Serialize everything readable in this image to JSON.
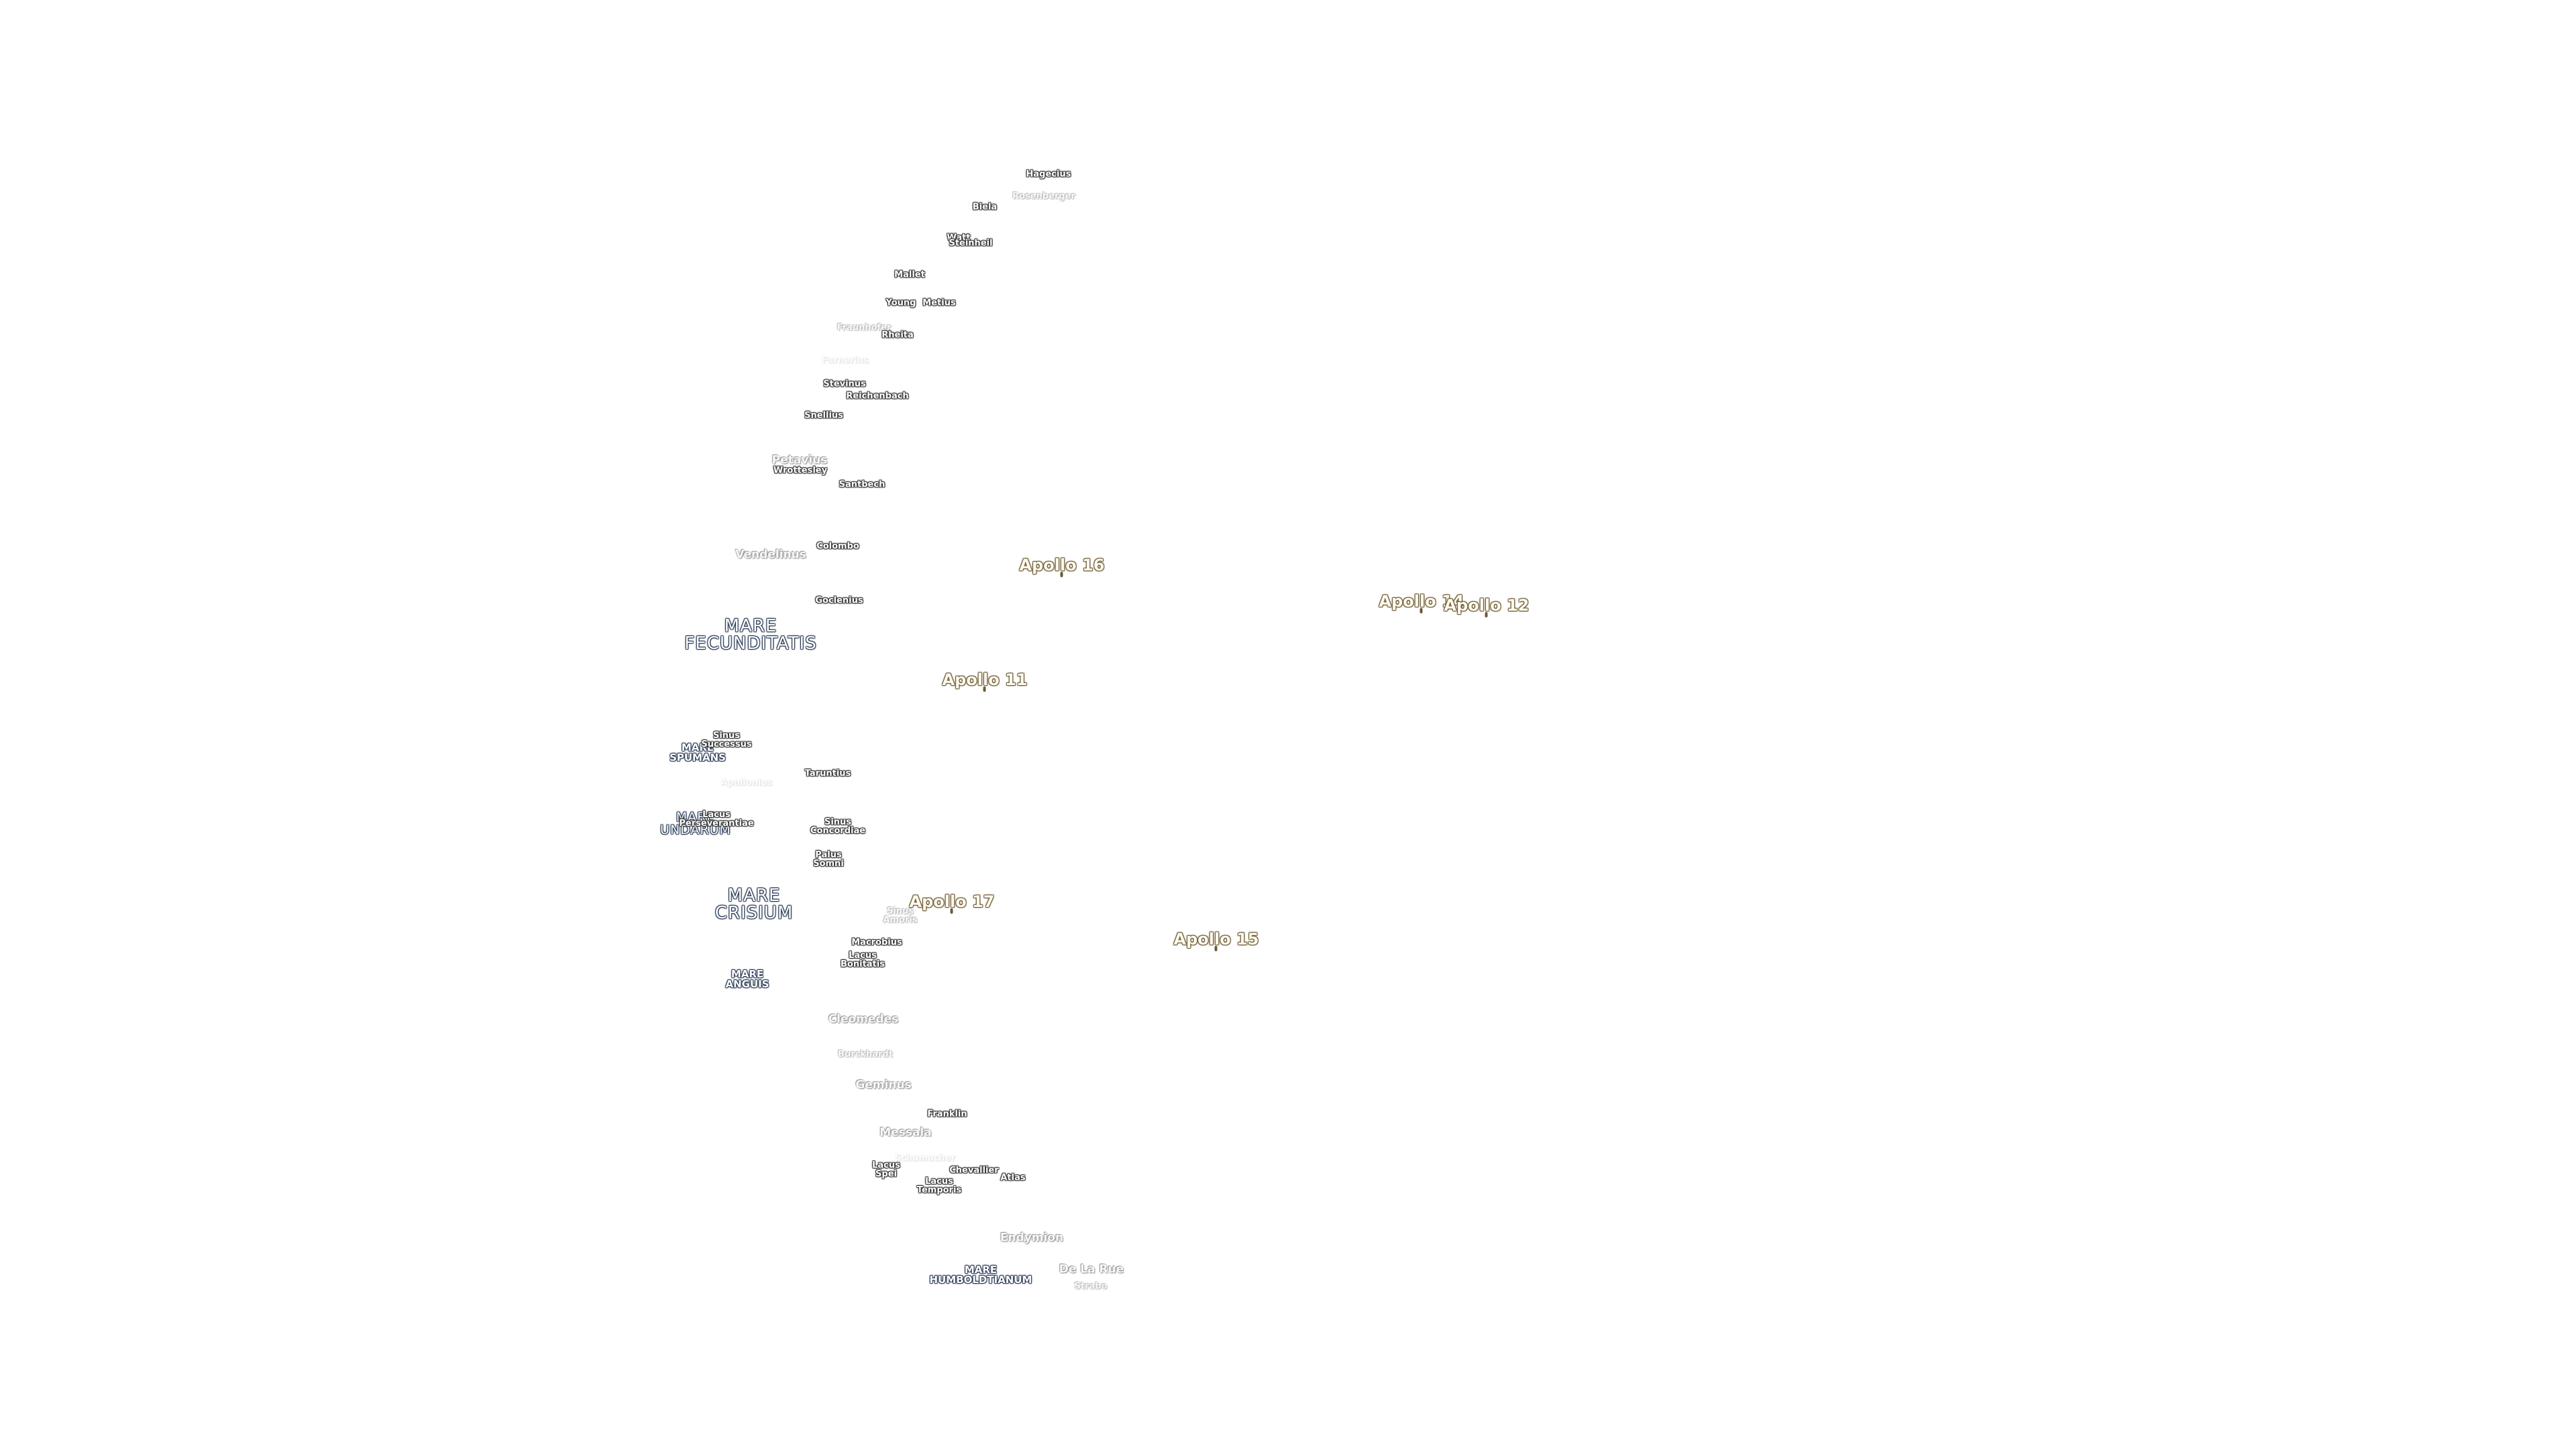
{
  "colors": {
    "background": "#ffffff",
    "crater_outline": "#333333",
    "sea_outline": "#2a3b57",
    "apollo_outline": "#6b5a33"
  },
  "apollo_sites": {
    "apollo_16": "Apollo 16",
    "apollo_14": "Apollo 14",
    "apollo_12": "Apollo 12",
    "apollo_11": "Apollo 11",
    "apollo_17": "Apollo 17",
    "apollo_15": "Apollo 15"
  },
  "maria": {
    "fecunditatis": "MARE\nFECUNDITATIS",
    "spumans": "MARE\nSPUMANS",
    "undarum": "MARE\nUNDARUM",
    "crisium": "MARE\nCRISIUM",
    "anguis": "MARE\nANGUIS",
    "humboldtianum": "MARE\nHUMBOLDTIANUM"
  },
  "features": {
    "sinus_successus": "Sinus\nSuccessus",
    "sinus_concordiae": "Sinus\nConcordiae",
    "palus_somni": "Palus\nSomni",
    "sinus_amoris": "Sinus\nAmoris",
    "lacus_bonitatis": "Lacus\nBonitatis",
    "lacus_spei": "Lacus\nSpei",
    "lacus_temporis": "Lacus\nTemporis",
    "lacus_perseverantiae": "Lacus\nPerseverantiae"
  },
  "craters": {
    "hagecius": "Hagecius",
    "rosenberger": "Rosenberger",
    "biela": "Biela",
    "watt": "Watt",
    "steinheil": "Steinheil",
    "mallet": "Mallet",
    "young": "Young",
    "metius": "Metius",
    "fraunhofer": "Fraunhofer",
    "rheita": "Rheita",
    "furnerius": "Furnerius",
    "stevinus": "Stevinus",
    "reichenbach": "Reichenbach",
    "snellius": "Snellius",
    "petavius": "Petavius",
    "wrottesley": "Wrottesley",
    "santbech": "Santbech",
    "colombo": "Colombo",
    "vendelinus": "Vendelinus",
    "goclenius": "Goclenius",
    "taruntius": "Taruntius",
    "apollonius": "Apollonius",
    "macrobius": "Macrobius",
    "cleomedes": "Cleomedes",
    "burckhardt": "Burckhardt",
    "geminus": "Geminus",
    "franklin": "Franklin",
    "messala": "Messala",
    "schumacher": "Schumacher",
    "chevallier": "Chevallier",
    "atlas": "Atlas",
    "endymion": "Endymion",
    "de_la_rue": "De La Rue",
    "strabo": "Strabo"
  }
}
